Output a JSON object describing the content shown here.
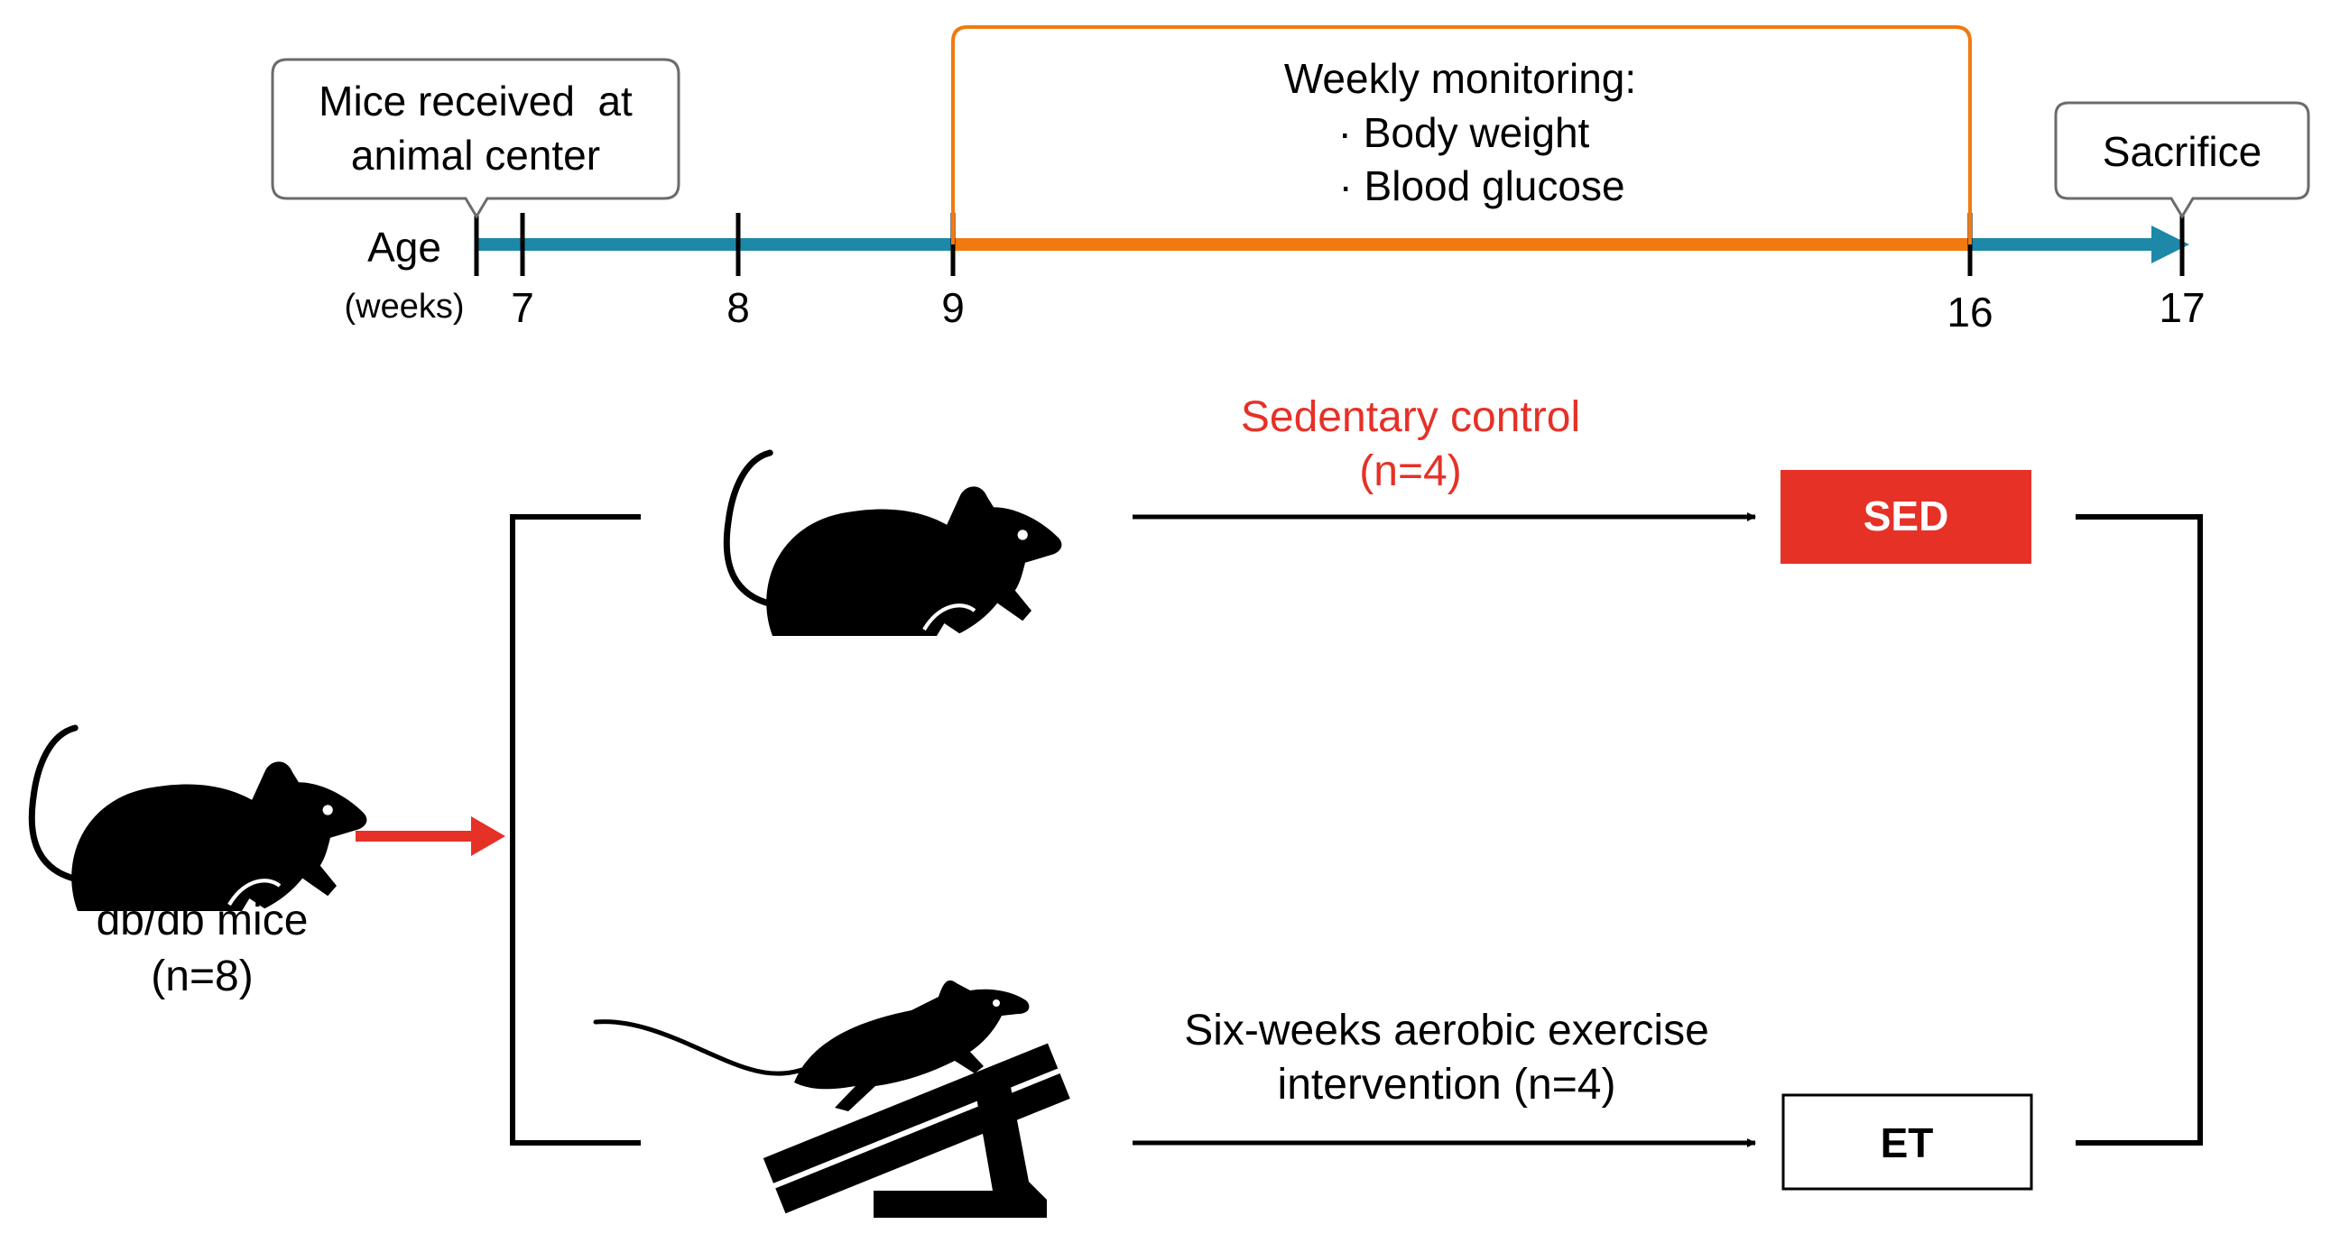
{
  "timeline": {
    "axis_label": "Age",
    "axis_unit": "(weeks)",
    "ticks": [
      "7",
      "8",
      "9",
      "16",
      "17"
    ],
    "received_box": {
      "line1": "Mice received  at",
      "line2": "animal center"
    },
    "monitoring_box": {
      "title": "Weekly monitoring:",
      "items": [
        "· Body weight",
        "· Blood glucose"
      ]
    },
    "sacrifice_label": "Sacrifice"
  },
  "groups": {
    "start_label": "db/db mice",
    "start_n": "(n=8)",
    "sedentary": {
      "label": "Sedentary control",
      "n": "(n=4)",
      "tag": "SED"
    },
    "exercise": {
      "label_line1": "Six-weeks aerobic exercise",
      "label_line2": "intervention (n=4)",
      "tag": "ET"
    }
  },
  "colors": {
    "timeline_blue": "#1e88a8",
    "monitoring_orange": "#f07a10",
    "sed_red": "#e63127",
    "arrow_red": "#e63127",
    "sedentary_text_red": "#e63127",
    "line_black": "#000000"
  },
  "icons": {
    "mouse_start": "mouse-icon",
    "mouse_sedentary": "mouse-icon",
    "mouse_exercise": "mouse-on-treadmill-icon"
  }
}
